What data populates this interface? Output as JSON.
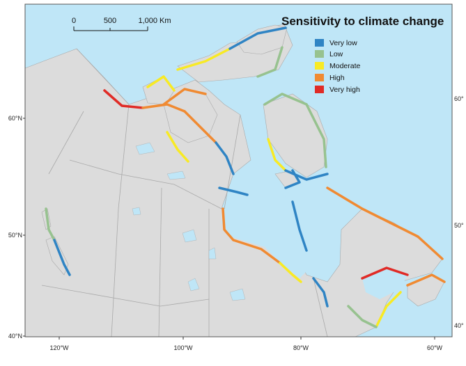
{
  "map": {
    "title": "Sensitivity to climate change",
    "colors": {
      "ocean": "#bfe6f7",
      "land": "#dcdcdc",
      "border": "#a9a9a9",
      "lake": "#bfe6f7"
    },
    "legend": [
      {
        "label": "Very low",
        "color": "#2f84c4"
      },
      {
        "label": "Low",
        "color": "#97c28f"
      },
      {
        "label": "Moderate",
        "color": "#f8ea24"
      },
      {
        "label": "High",
        "color": "#f08a32"
      },
      {
        "label": "Very high",
        "color": "#e02b26"
      }
    ],
    "scale_bar": {
      "labels": [
        "0",
        "500",
        "1,000 Km"
      ]
    },
    "latitude_labels": [
      "40°N",
      "50°N",
      "60°N"
    ],
    "latitude_labels_right": [
      "40°",
      "50°",
      "60°"
    ],
    "longitude_labels": [
      "120°W",
      "100°W",
      "80°W",
      "60°W"
    ]
  }
}
